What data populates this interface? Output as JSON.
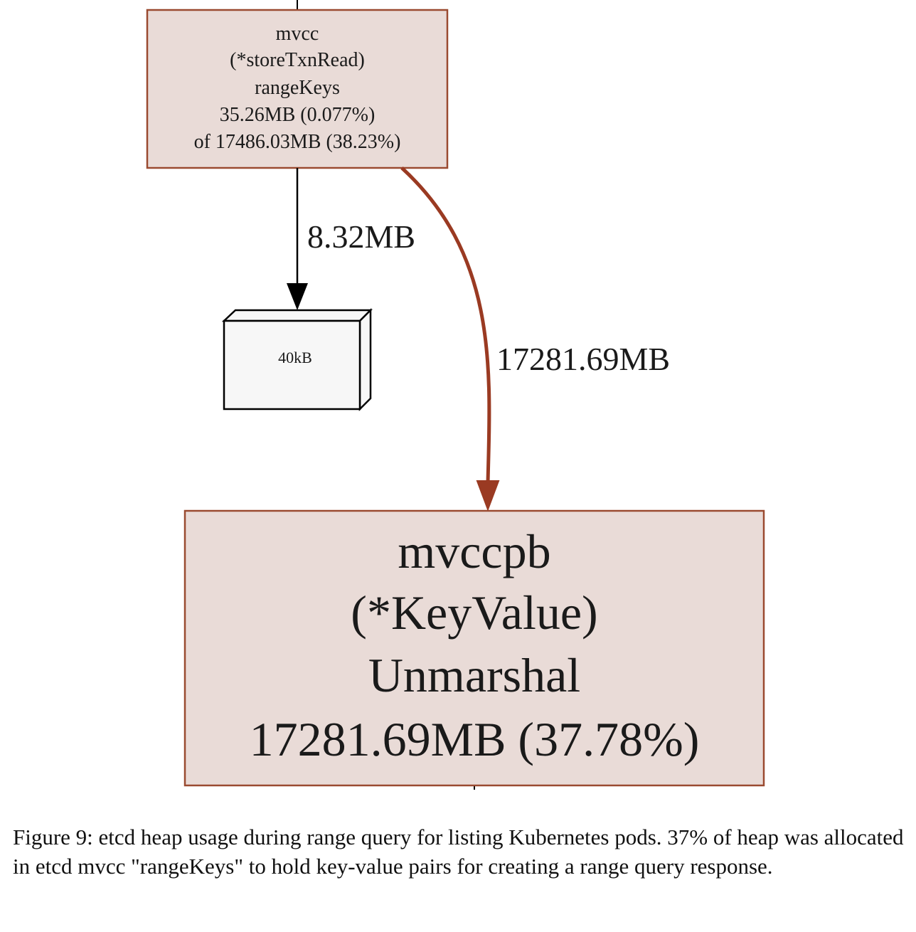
{
  "nodes": {
    "range_keys": {
      "lines": [
        "mvcc",
        "(*storeTxnRead)",
        "rangeKeys",
        "35.26MB (0.077%)",
        "of 17486.03MB (38.23%)"
      ]
    },
    "small_alloc": {
      "label": "40kB"
    },
    "unmarshal": {
      "lines": [
        "mvccpb",
        "(*KeyValue)",
        "Unmarshal",
        "17281.69MB (37.78%)"
      ]
    }
  },
  "edges": {
    "to_small": {
      "label": "8.32MB"
    },
    "to_unmarshal": {
      "label": "17281.69MB"
    }
  },
  "caption": "Figure 9: etcd heap usage during range query for listing Kubernetes pods. 37% of heap was allocated in etcd mvcc \"rangeKeys\" to hold key-value pairs for creating a range query response.",
  "colors": {
    "node_fill": "#e9dbd7",
    "node_border": "#9a4a30",
    "hot_edge": "#9a3a22",
    "cold_edge": "#000000",
    "box_fill": "#f7f7f7"
  }
}
